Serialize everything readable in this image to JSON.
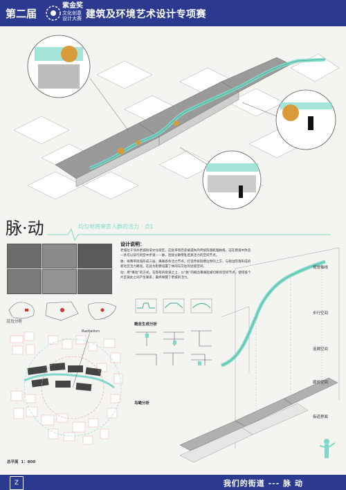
{
  "header": {
    "edition": "第二届",
    "award_logo_lines": [
      "紫金奖",
      "文化创意",
      "设计大赛"
    ],
    "competition_title": "建筑及环境艺术设计专项赛"
  },
  "project": {
    "title": "脉·动",
    "subtitle": "均匀地将来去人群的活力 · 点1"
  },
  "sections": {
    "design_notes_heading": "设计说明：",
    "design_notes_text": [
      "老城位于邻州老城街旧文化街区，这处带有历史被遗失的传统院落肌理脉络。这在巷道中改造一条可以穿行的空中步道——脉，连接分散零乱但具活力的空间节点。",
      "脉：将两带街道形成三层，串联各条活力节点，打造传统街巷边界的上方，与街边院落形成的新社区活力路径。在此为街巷设置了休闲与交往的驻留空间。",
      "动：用“串动”的方式，在现有的街道之上，以“脉”的概念串联起被切断的空间节点，使得各个片区彼此之间产生联系，最终唤醒了老城的活力。"
    ],
    "location_label": "区位分析",
    "concept_label": "概念生成分析",
    "bird_view_label": "鸟瞰分析",
    "radiation_label": "Radiation",
    "plan_label": "总平面",
    "plan_scale": "1：800"
  },
  "side_labels": [
    "视觉轴线",
    "步行空间",
    "连廊空间",
    "廊桥空间",
    "街道界面"
  ],
  "footer": {
    "badge": "Z",
    "slogan": "我们的街道  --- 脉  动"
  },
  "colors": {
    "brand_blue": "#2b3a8f",
    "accent_mint": "#7fd8c8"
  }
}
